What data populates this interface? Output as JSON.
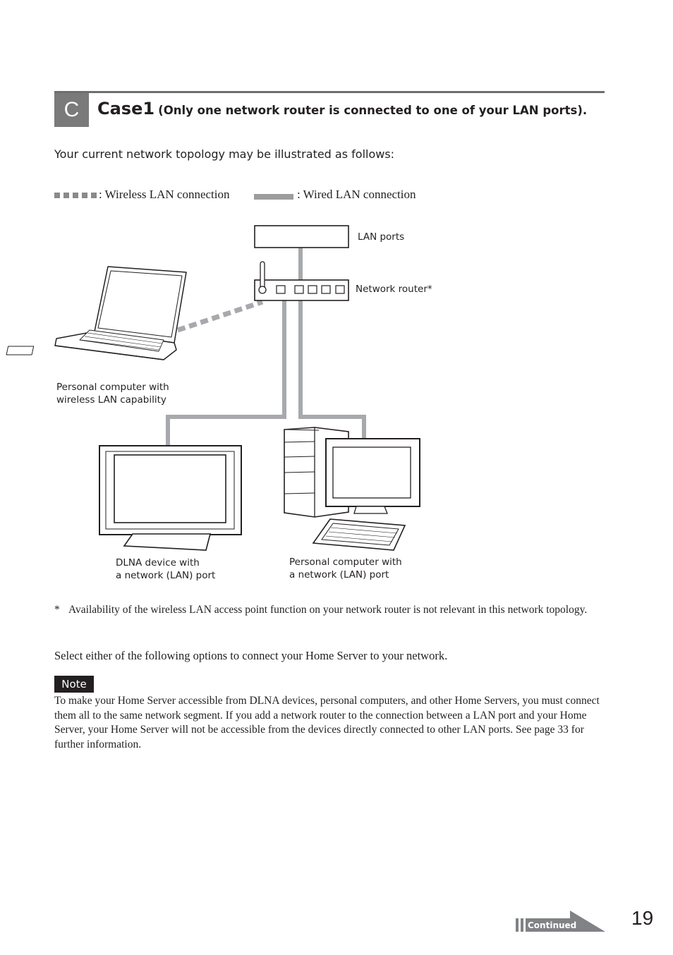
{
  "header": {
    "section_letter": "C",
    "title": "Case1",
    "subtitle": "(Only one network router is connected to one of your LAN ports)."
  },
  "intro": "Your current network topology may be illustrated as follows:",
  "legend": {
    "wireless": ": Wireless LAN connection",
    "wired": ": Wired LAN connection"
  },
  "diagram": {
    "lan_ports": "LAN ports",
    "router": "Network router*",
    "laptop_line1": "Personal computer with",
    "laptop_line2": "wireless LAN capability",
    "dlna_line1": "DLNA device with",
    "dlna_line2": "a network (LAN) port",
    "pc_line1": "Personal computer with",
    "pc_line2": "a network (LAN) port"
  },
  "footnote": {
    "mark": "*",
    "text": "Availability of the wireless LAN access point function on your network router is not relevant in this network topology."
  },
  "select_text": "Select either of the following options to connect your Home Server to your network.",
  "note": {
    "label": "Note",
    "text": "To make your Home Server accessible from DLNA devices, personal computers, and other Home Servers, you must connect them all to the same network segment. If you add a network router to the connection between a LAN port and your Home Server, your Home Server will not be accessible from the devices directly connected to other LAN ports. See page 33 for further information."
  },
  "footer": {
    "continued": "Continued",
    "page_number": "19"
  },
  "colors": {
    "cable": "#a7a9ac",
    "rule": "#6d6e71",
    "section_box": "#7a7a7a",
    "continued_bg": "#808285"
  }
}
